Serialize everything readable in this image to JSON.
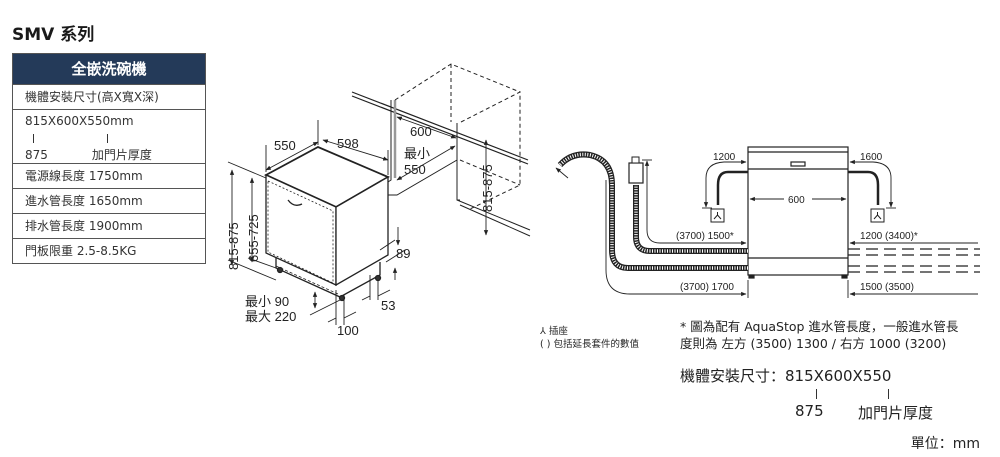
{
  "title": "SMV 系列",
  "table": {
    "header": "全嵌洗碗機",
    "rows": {
      "install_size_label": "機體安裝尺寸(高X寬X深)",
      "install_size_value": "815X600X550mm",
      "install_size_alt_height": "875",
      "install_size_door_note": "加門片厚度",
      "power_cord": "電源線長度 1750mm",
      "inlet_hose": "進水管長度 1650mm",
      "drain_hose": "排水管長度 1900mm",
      "door_weight": "門板限重 2.5-8.5KG"
    }
  },
  "iso_dims": {
    "depth": "550",
    "width": "598",
    "niche_width": "600",
    "niche_depth_label": "最小",
    "niche_depth": "550",
    "height_total": "815-875",
    "height_door": "655-725",
    "niche_height": "815-875",
    "plinth_gap": "89",
    "plinth_min": "最小 90",
    "plinth_max": "最大 220",
    "foot_offset": "100",
    "side_offset": "53"
  },
  "front_dims": {
    "left_top": "1200",
    "right_top": "1600",
    "width": "600",
    "inlet_left": "(3700) 1500*",
    "inlet_right": "1200 (3400)*",
    "drain_left": "(3700) 1700",
    "drain_right": "1500 (3500)"
  },
  "legend": {
    "socket": "插座",
    "socket_symbol": "⅄",
    "paren_note": "( ) 包括延長套件的數值"
  },
  "note": {
    "line1": "* 圖為配有 AquaStop 進水管長度，一般進水管長",
    "line2": "度則為 左方 (3500) 1300 / 右方 1000 (3200)"
  },
  "spec2": {
    "line1": "機體安裝尺寸：815X600X550",
    "alt_height": "875",
    "door_note": "加門片厚度"
  },
  "unit": "單位：mm",
  "colors": {
    "header_bg": "#243a59",
    "line": "#222222"
  }
}
